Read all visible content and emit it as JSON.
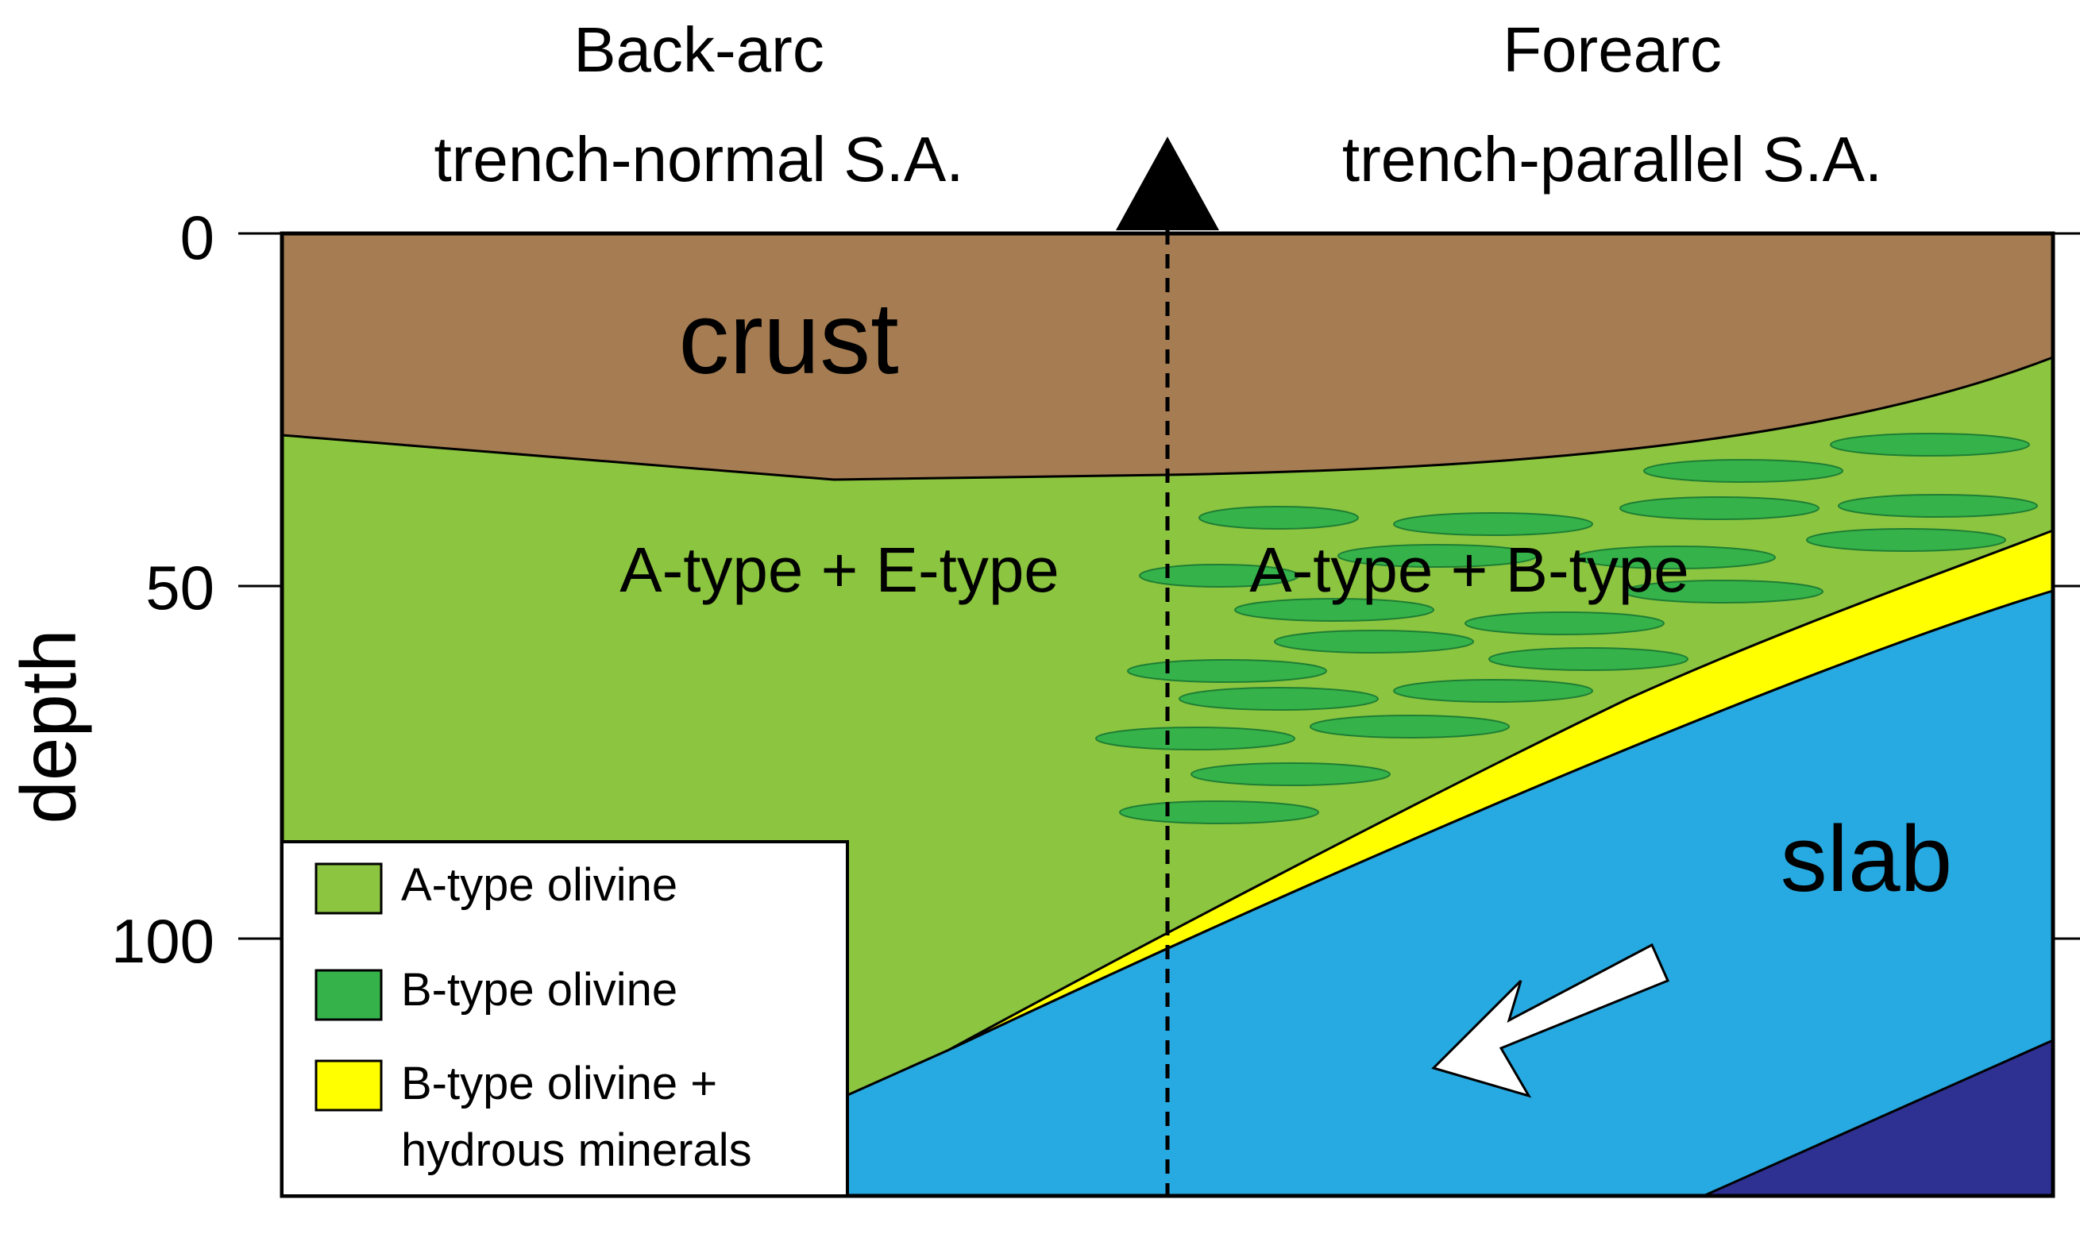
{
  "header": {
    "left_title": "Back-arc",
    "left_subtitle": "trench-normal S.A.",
    "right_title": "Forearc",
    "right_subtitle": "trench-parallel S.A."
  },
  "axis": {
    "label": "depth",
    "ticks": [
      "0",
      "50",
      "100"
    ]
  },
  "regions": {
    "crust": "crust",
    "slab": "slab",
    "left_fabric": "A-type + E-type",
    "right_fabric": "A-type + B-type"
  },
  "legend": {
    "items": [
      {
        "line1": "A-type olivine",
        "line2": "",
        "color": "#8cc53f"
      },
      {
        "line1": "B-type olivine",
        "line2": "",
        "color": "#35b34a"
      },
      {
        "line1": "B-type olivine +",
        "line2": "hydrous minerals",
        "color": "#ffff00"
      }
    ]
  },
  "colors": {
    "crust": "#a67c52",
    "mantle": "#8cc53f",
    "b_type": "#35b34a",
    "hydrous": "#ffff00",
    "slab": "#27a9e1",
    "deep_slab": "#2e3192"
  }
}
